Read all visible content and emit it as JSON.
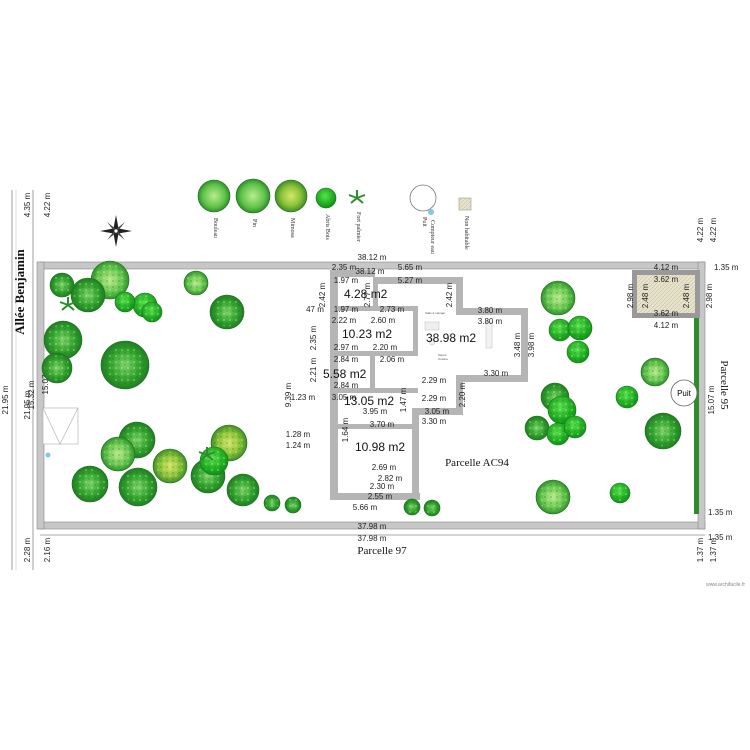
{
  "labels": {
    "street": "Allée Benjamin",
    "parcel_main": "Parcelle AC94",
    "parcel_south": "Parcelle 97",
    "parcel_east": "Parcelle 95",
    "well": "Puit",
    "watermark": "www.archifacile.fr"
  },
  "legend": [
    {
      "name": "Bouleau",
      "kind": "tree-light"
    },
    {
      "name": "Pin",
      "kind": "tree-light"
    },
    {
      "name": "Mimosa",
      "kind": "tree-yellow"
    },
    {
      "name": "Abris Bois",
      "kind": "shrub"
    },
    {
      "name": "Fort palmier",
      "kind": "palm"
    },
    {
      "name": "Puit",
      "kind": "well"
    },
    {
      "name": "Compteur eau",
      "kind": "meter"
    },
    {
      "name": "Non habitable",
      "kind": "hatch"
    }
  ],
  "rooms": [
    {
      "area": "4.28 m2"
    },
    {
      "area": "10.23 m2"
    },
    {
      "area": "38.98 m2"
    },
    {
      "area": "5.58 m2"
    },
    {
      "area": "13.05 m2"
    },
    {
      "area": "10.98 m2"
    }
  ],
  "room_small_texts": [
    "Salle à manger",
    "Séjour",
    "Cuisine"
  ],
  "dimensions": {
    "outer": [
      "38.12 m",
      "37.98 m",
      "37.98 m",
      "4.35 m",
      "4.22 m",
      "4.22 m",
      "4.22 m",
      "21.95 m",
      "21.95 m",
      "15.07 m",
      "15.07 m",
      "15.32 m",
      "2.28 m",
      "2.16 m",
      "1.35 m",
      "1.35 m",
      "1.35 m",
      "1.37 m",
      "1.37 m"
    ],
    "annex": [
      "4.12 m",
      "3.62 m",
      "2.98 m",
      "2.48 m",
      "2.48 m",
      "2.98 m",
      "3.62 m",
      "4.12 m"
    ],
    "house": [
      "2.35 m",
      "38.12 m",
      "5.65 m",
      "1.97 m",
      "5.27 m",
      "2.42 m",
      "2.42 m",
      "2.77 m",
      "2.22 m",
      "2.60 m",
      "2.73 m",
      "1.97 m",
      "3.80 m",
      "3.80 m",
      "2.35 m",
      "2.97 m",
      "2.20 m",
      "3.48 m",
      "3.98 m",
      "2.84 m",
      "2.06 m",
      "2.21 m",
      "3.30 m",
      "2.29 m",
      "2.84 m",
      "3.05 m",
      "3.95 m",
      "3.05 m",
      "2.20 m",
      "2.29 m",
      "3.30 m",
      "9.39 m",
      "3.70 m",
      "2.69 m",
      "2.82 m",
      "2.30 m",
      "2.55 m",
      "5.66 m",
      "1.23 m",
      "1.28 m",
      "1.24 m",
      "1.64 m",
      "1.47 m",
      "47 m"
    ]
  },
  "colors": {
    "wall": "#b5b5b5",
    "hedge": "#2e8b2e",
    "tree": "#2fae2f",
    "background": "#ffffff"
  }
}
